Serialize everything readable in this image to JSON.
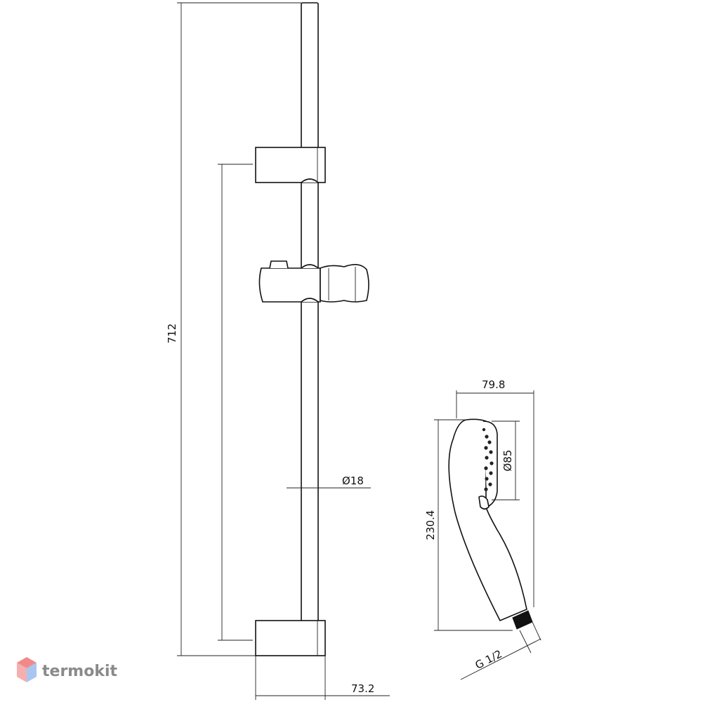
{
  "dimensions": {
    "overall_height": "712",
    "rod_diameter": "Ø18",
    "bracket_depth": "73.2",
    "head_width": "79.8",
    "head_length": "230.4",
    "face_diameter": "Ø85",
    "thread": "G 1/2"
  },
  "brand": {
    "name": "termokit",
    "colors": {
      "top": "#f08a8a",
      "left": "#f4b0b0",
      "right": "#a9c6f0"
    }
  }
}
